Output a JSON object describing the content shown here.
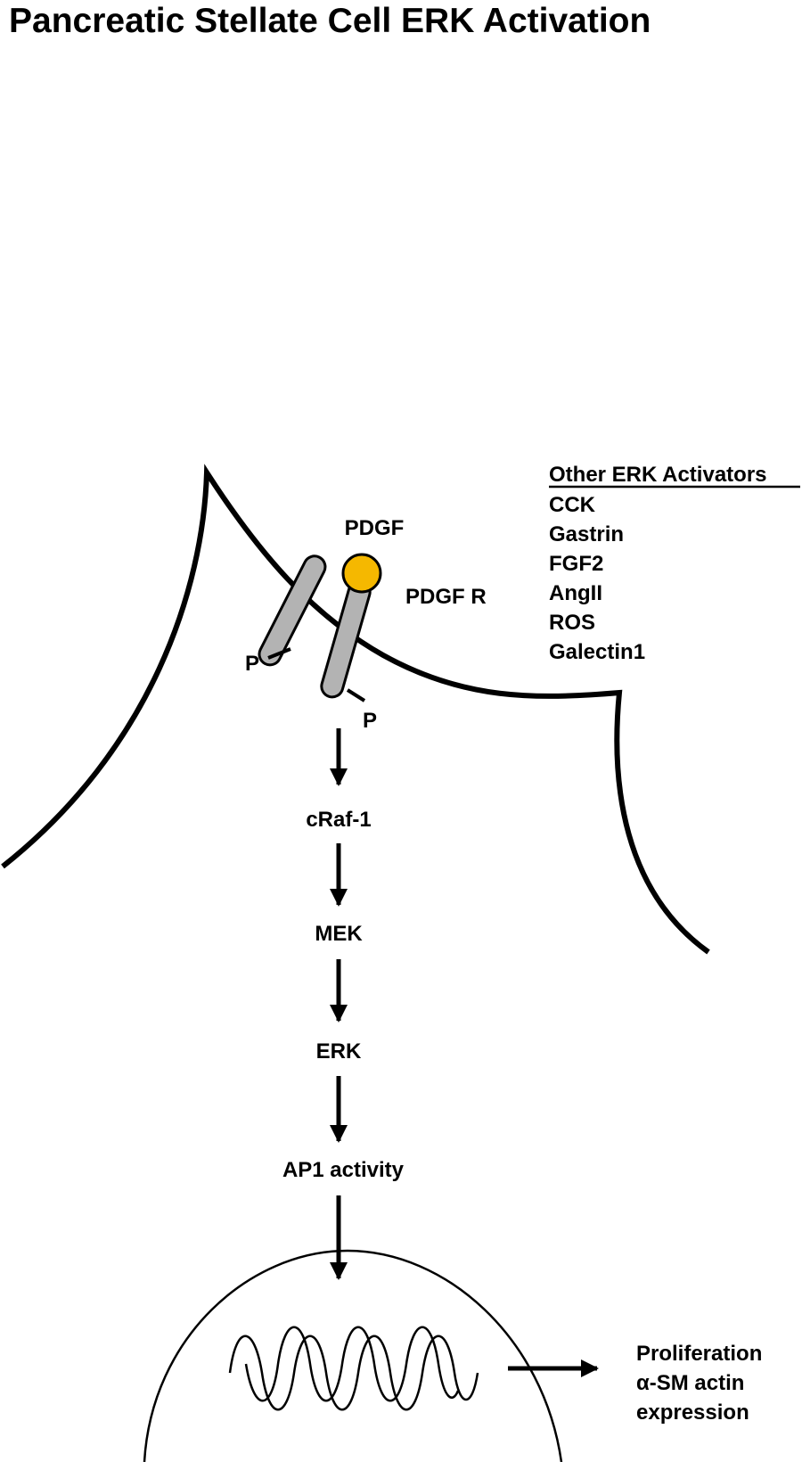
{
  "title": "Pancreatic Stellate Cell ERK Activation",
  "ligand": "PDGF",
  "receptor": "PDGF R",
  "phospho_labels": [
    "P",
    "P"
  ],
  "cascade": [
    "cRaf-1",
    "MEK",
    "ERK",
    "AP1 activity"
  ],
  "activators": {
    "heading": "Other ERK Activators",
    "items": [
      "CCK",
      "Gastrin",
      "FGF2",
      "AngII",
      "ROS",
      "Galectin1"
    ]
  },
  "outcome": [
    "Proliferation",
    "α-SM actin",
    "expression"
  ],
  "colors": {
    "ligand_fill": "#F5B800",
    "receptor_fill": "#B3B3B3",
    "stroke": "#000000"
  }
}
